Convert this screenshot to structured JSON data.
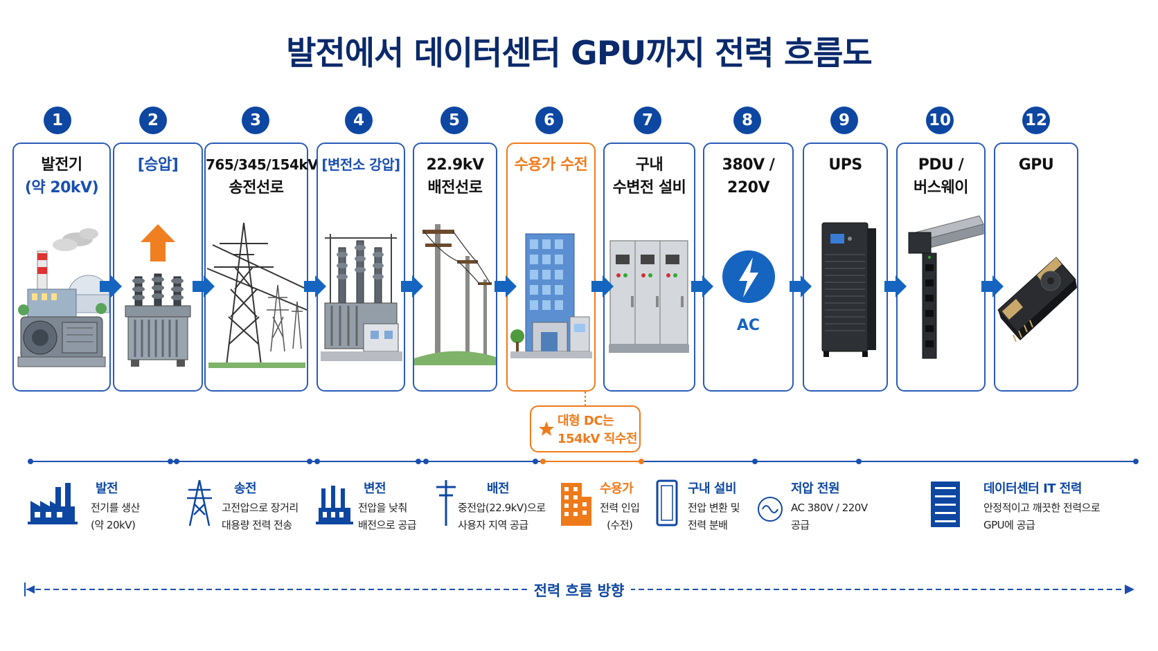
{
  "title": "발전에서 데이터센터 GPU까지 전력 흐름도",
  "steps": [
    {
      "num": "1",
      "line1": "발전기",
      "line2": "(약 20kV)"
    },
    {
      "num": "2",
      "line1": "[승압]",
      "line2": ""
    },
    {
      "num": "3",
      "line1": "765/345/154kV",
      "line2": "송전선로"
    },
    {
      "num": "4",
      "line1": "[변전소 강압]",
      "line2": ""
    },
    {
      "num": "5",
      "line1": "22.9kV",
      "line2": "배전선로"
    },
    {
      "num": "6",
      "line1": "수용가 수전",
      "line2": ""
    },
    {
      "num": "7",
      "line1": "구내",
      "line2": "수변전 설비"
    },
    {
      "num": "8",
      "line1": "380V /",
      "line2": "220V",
      "icon_text": "AC"
    },
    {
      "num": "9",
      "line1": "UPS",
      "line2": ""
    },
    {
      "num": "10",
      "line1": "PDU /",
      "line2": "버스웨이"
    },
    {
      "num": "12",
      "line1": "GPU",
      "line2": ""
    }
  ],
  "note": {
    "line1": "대형 DC는",
    "line2": "154kV 직수전"
  },
  "legend": [
    {
      "title": "발전",
      "desc1": "전기를 생산",
      "desc2": "(약 20kV)",
      "icon": "factory-icon"
    },
    {
      "title": "송전",
      "desc1": "고전압으로 장거리",
      "desc2": "대용량 전력 전송",
      "icon": "tower-icon"
    },
    {
      "title": "변전",
      "desc1": "전압을 낮춰",
      "desc2": "배전으로 공급",
      "icon": "substation-icon"
    },
    {
      "title": "배전",
      "desc1": "중전압(22.9kV)으로",
      "desc2": "사용자 지역 공급",
      "icon": "pole-icon"
    },
    {
      "title": "수용가",
      "desc1": "전력 인입",
      "desc2": "(수전)",
      "icon": "building-icon"
    },
    {
      "title": "구내 설비",
      "desc1": "전압 변환 및",
      "desc2": "전력 분배",
      "icon": "cabinet-icon"
    },
    {
      "title": "저압 전원",
      "desc1": "AC 380V / 220V",
      "desc2": "공급",
      "icon": "ac-wave-icon"
    },
    {
      "title": "데이터센터 IT 전력",
      "desc1": "안정적이고 깨끗한 전력으로",
      "desc2": "GPU에 공급",
      "icon": "server-icon"
    }
  ],
  "flow_label": "전력 흐름 방향",
  "colors": {
    "primary": "#0d47a1",
    "accent": "#ef7a1a",
    "border": "#2a5bb8"
  }
}
